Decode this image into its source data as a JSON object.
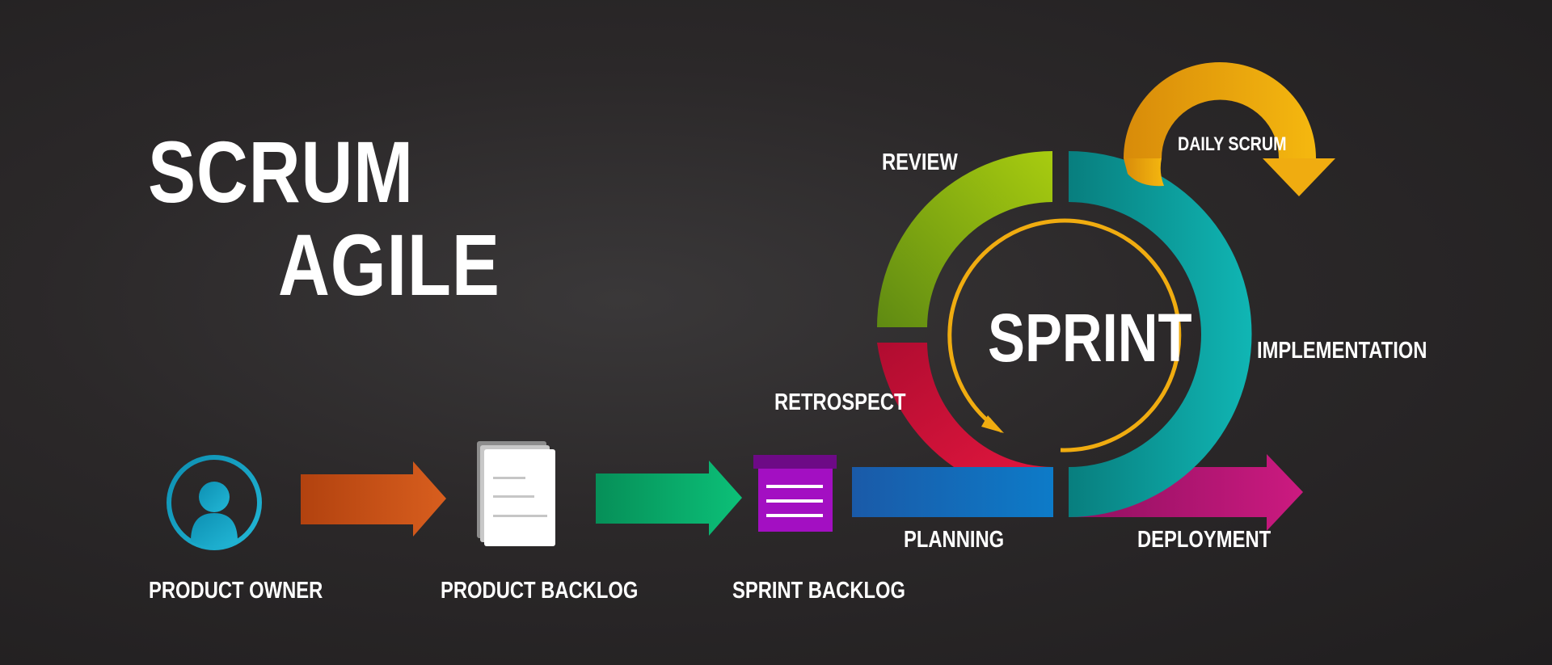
{
  "title": {
    "line1": "SCRUM",
    "line2": "AGILE"
  },
  "flow": {
    "product_owner": "PRODUCT OWNER",
    "product_backlog": "PRODUCT BACKLOG",
    "sprint_backlog": "SPRINT BACKLOG"
  },
  "cycle": {
    "center": "SPRINT",
    "review": "REVIEW",
    "daily_scrum": "DAILY SCRUM",
    "implementation": "IMPLEMENTATION",
    "retrospect": "RETROSPECT",
    "planning": "PLANNING",
    "deployment": "DEPLOYMENT"
  },
  "colors": {
    "product_owner": "#1aa5c4",
    "arrow_orange": "#c9521a",
    "arrow_green": "#08b26a",
    "sprint_backlog": "#a30fc2",
    "planning": "#0f74c0",
    "retrospect": "#d3103a",
    "review": "#8db510",
    "implementation": "#0aa8a6",
    "deployment": "#c4167a",
    "daily_scrum": "#f0ac10",
    "inner_loop": "#f0ac10"
  },
  "icons": {
    "product_owner": "user-circle-icon",
    "product_backlog": "document-stack-icon",
    "sprint_backlog": "task-box-icon"
  }
}
